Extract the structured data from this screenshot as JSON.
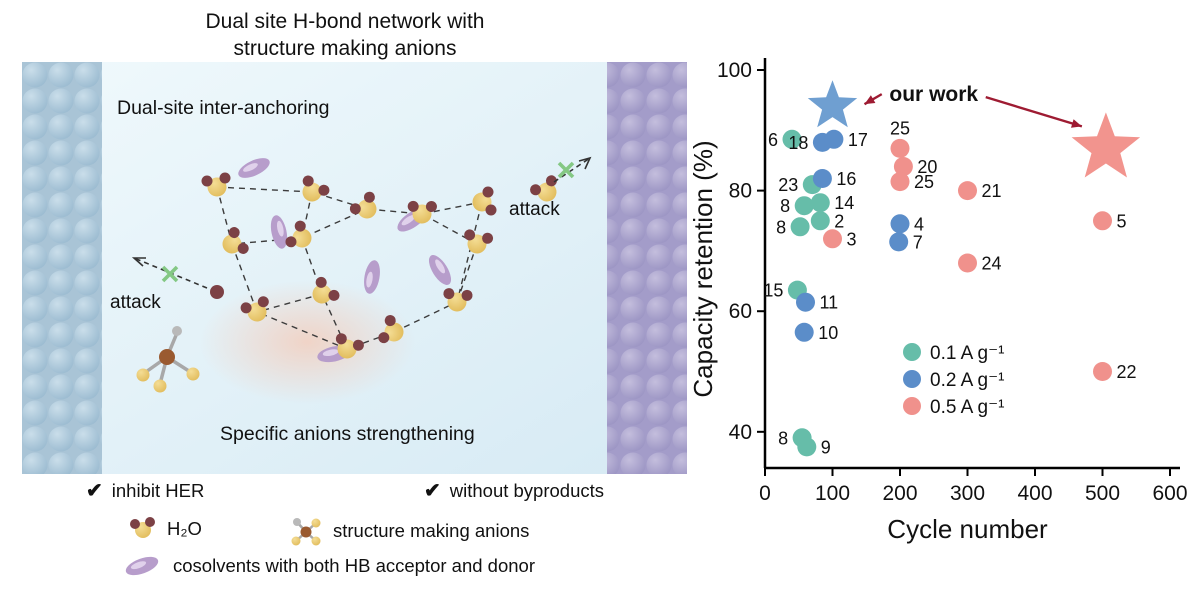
{
  "left": {
    "title": [
      "Dual site H-bond network with",
      "structure making anions"
    ],
    "labels": {
      "anchoring": "Dual-site inter-anchoring",
      "attack_left": "attack",
      "attack_right": "attack",
      "strengthening": "Specific anions strengthening"
    },
    "legend": {
      "check": "✔",
      "inhibit": "inhibit HER",
      "byproducts": "without byproducts",
      "h2o": "H₂O",
      "anions": "structure making anions",
      "cosolvents": "cosolvents with both HB acceptor and donor"
    },
    "colors": {
      "electrode_left": "#8fb2ca",
      "electrode_right": "#918abd",
      "water_oxygen": "#ddb44e",
      "water_hydrogen": "#7c4145",
      "cosolvent": "#b79dcb",
      "attack_x": "#84c884"
    }
  },
  "chart_data": {
    "type": "scatter",
    "title": "",
    "xlabel": "Cycle number",
    "ylabel": "Capacity retention (%)",
    "xlim": [
      0,
      600
    ],
    "ylim": [
      34,
      100
    ],
    "xticks": [
      0,
      100,
      200,
      300,
      400,
      500,
      600
    ],
    "yticks": [
      40,
      60,
      80,
      100
    ],
    "grid": false,
    "legend_position": "lower right inside",
    "annotation": "our work",
    "annotation_color": "#9e1b32",
    "annotation_x": 250,
    "annotation_y": 96,
    "series": [
      {
        "name": "0.1 A g⁻¹",
        "color": "#66bda9",
        "points": [
          {
            "x": 40,
            "y": 88.5,
            "label": "6",
            "side": "left"
          },
          {
            "x": 70,
            "y": 81,
            "label": "23",
            "side": "left"
          },
          {
            "x": 82,
            "y": 78,
            "label": "14",
            "side": "right"
          },
          {
            "x": 58,
            "y": 77.5,
            "label": "8",
            "side": "left"
          },
          {
            "x": 82,
            "y": 75,
            "label": "2",
            "side": "right"
          },
          {
            "x": 52,
            "y": 74,
            "label": "8",
            "side": "left"
          },
          {
            "x": 48,
            "y": 63.5,
            "label": "15",
            "side": "left"
          },
          {
            "x": 55,
            "y": 39,
            "label": "8",
            "side": "left"
          },
          {
            "x": 62,
            "y": 37.5,
            "label": "9",
            "side": "right"
          }
        ]
      },
      {
        "name": "0.2 A g⁻¹",
        "color": "#5b8dc9",
        "points": [
          {
            "x": 85,
            "y": 88,
            "label": "18",
            "side": "left"
          },
          {
            "x": 102,
            "y": 88.5,
            "label": "17",
            "side": "right"
          },
          {
            "x": 85,
            "y": 82,
            "label": "16",
            "side": "right"
          },
          {
            "x": 200,
            "y": 74.5,
            "label": "4",
            "side": "right"
          },
          {
            "x": 198,
            "y": 71.5,
            "label": "7",
            "side": "right"
          },
          {
            "x": 60,
            "y": 61.5,
            "label": "11",
            "side": "right"
          },
          {
            "x": 58,
            "y": 56.5,
            "label": "10",
            "side": "right"
          }
        ]
      },
      {
        "name": "0.5 A g⁻¹",
        "color": "#f0918c",
        "points": [
          {
            "x": 200,
            "y": 87,
            "label": "25",
            "side": "top"
          },
          {
            "x": 205,
            "y": 84,
            "label": "20",
            "side": "right"
          },
          {
            "x": 200,
            "y": 81.5,
            "label": "25",
            "side": "right"
          },
          {
            "x": 100,
            "y": 72,
            "label": "3",
            "side": "right"
          },
          {
            "x": 300,
            "y": 80,
            "label": "21",
            "side": "right"
          },
          {
            "x": 300,
            "y": 68,
            "label": "24",
            "side": "right"
          },
          {
            "x": 500,
            "y": 75,
            "label": "5",
            "side": "right"
          },
          {
            "x": 500,
            "y": 50,
            "label": "22",
            "side": "right"
          }
        ]
      }
    ],
    "stars": [
      {
        "x": 100,
        "y": 94,
        "color": "#6f9fd1",
        "size": 26,
        "name": "our-work-star-blue"
      },
      {
        "x": 505,
        "y": 87,
        "color": "#f2948e",
        "size": 36,
        "name": "our-work-star-salmon"
      }
    ]
  }
}
